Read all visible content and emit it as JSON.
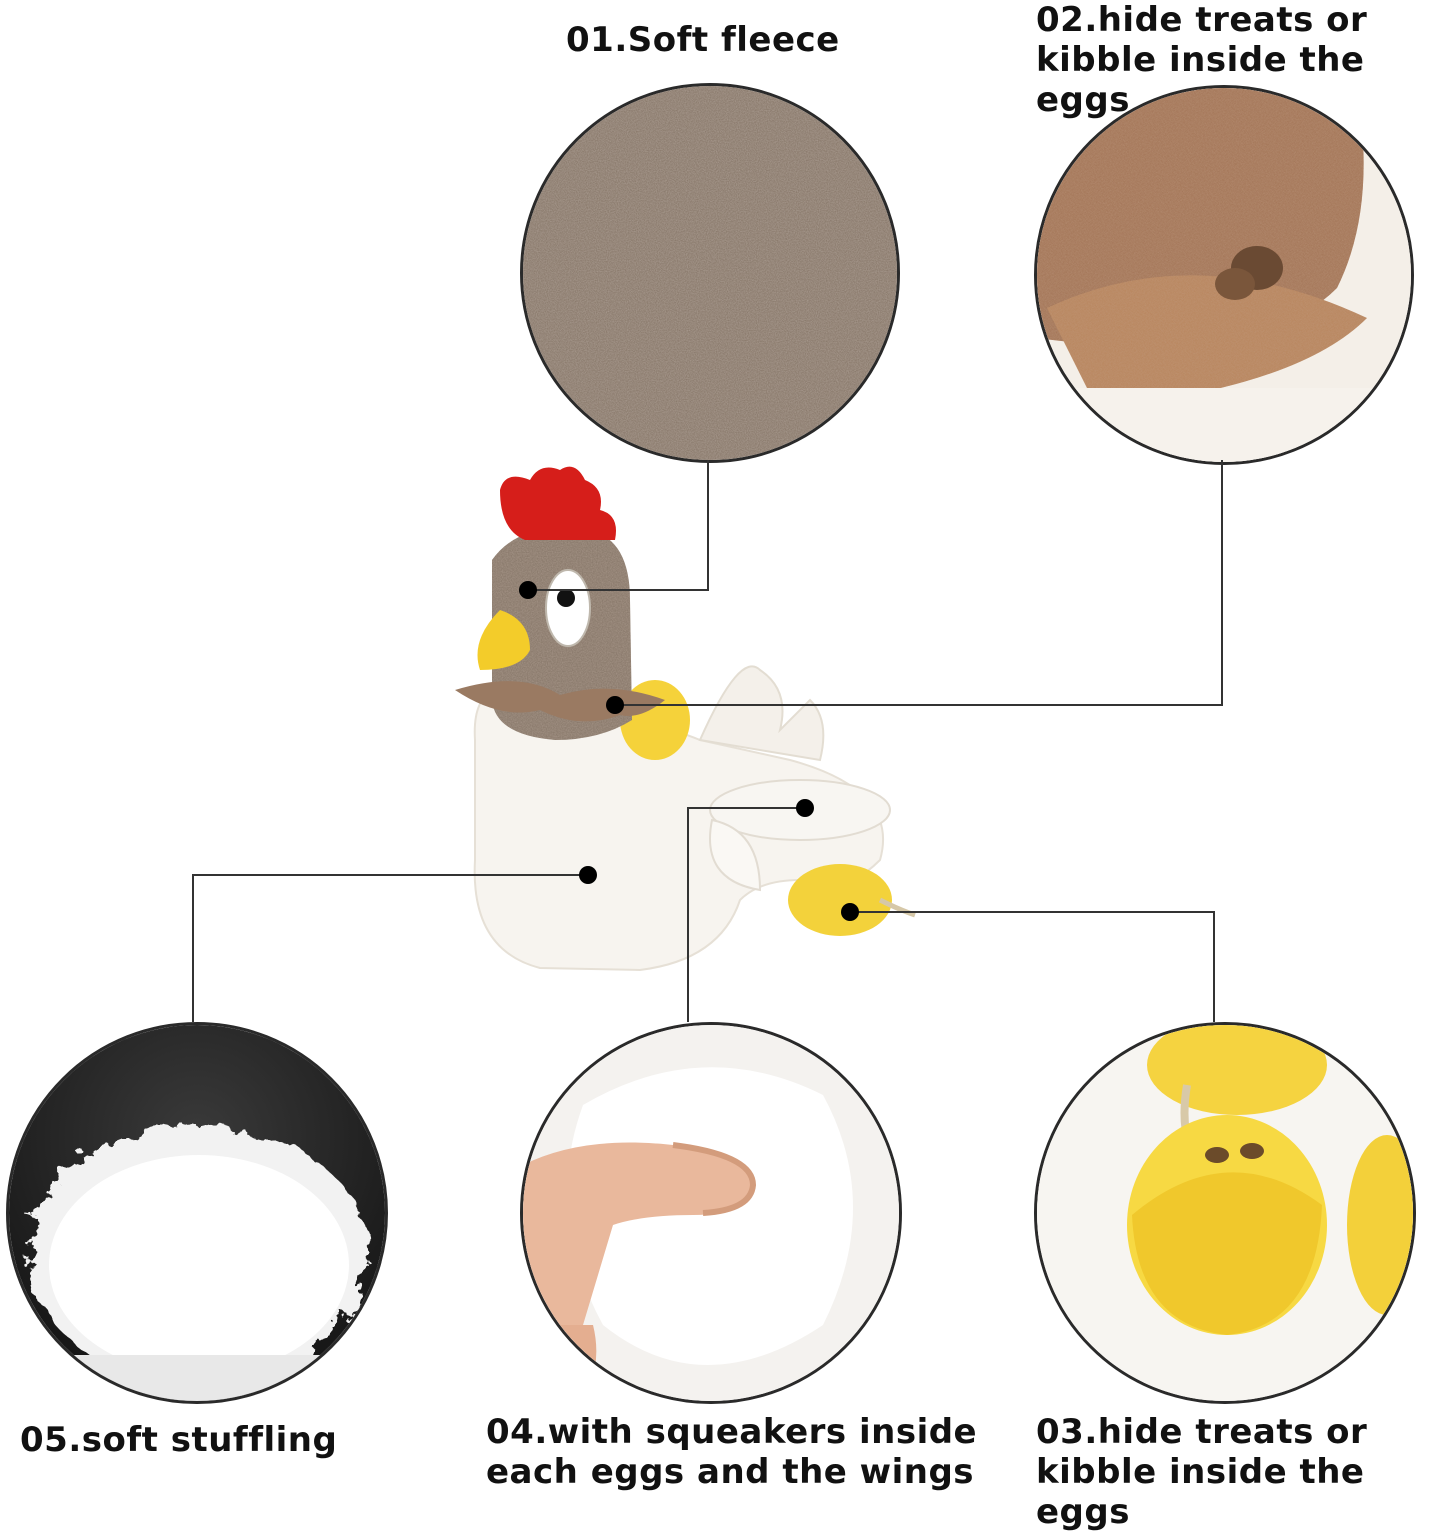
{
  "features": {
    "f1": {
      "text": "01.Soft fleece"
    },
    "f2": {
      "line1": "02.hide treats or",
      "line2": "kibble inside the eggs"
    },
    "f3": {
      "line1": "03.hide treats or",
      "line2": "kibble inside the eggs"
    },
    "f4": {
      "line1": "04.with squeakers inside",
      "line2": "each eggs and the wings"
    },
    "f5": {
      "text": "05.soft stuffling"
    }
  }
}
